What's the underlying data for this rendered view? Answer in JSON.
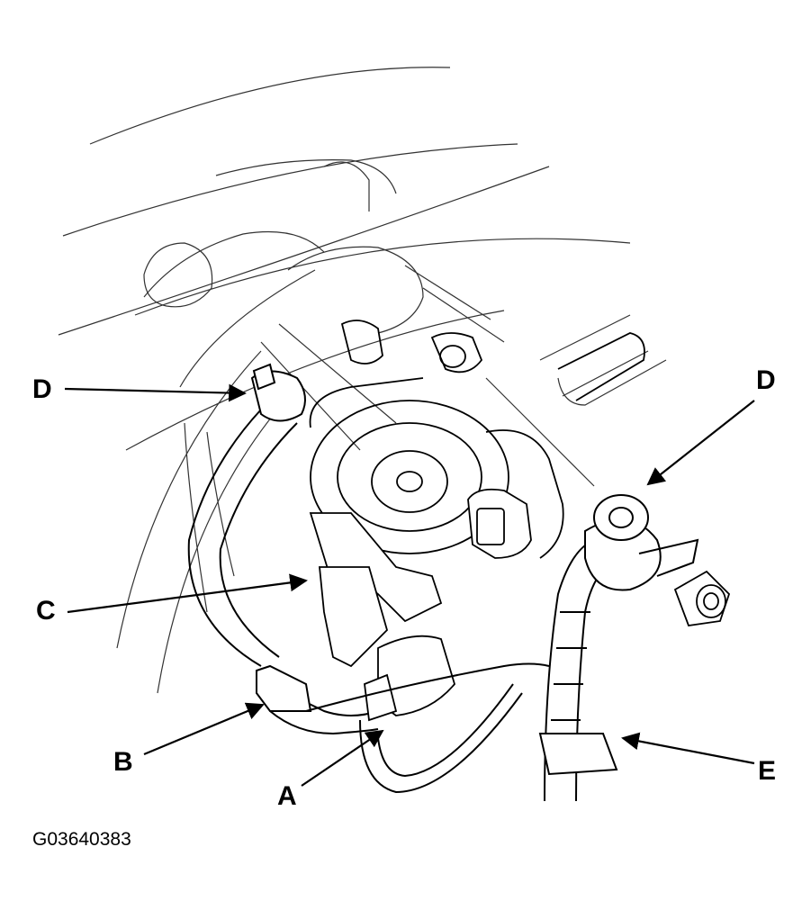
{
  "diagram": {
    "callouts": {
      "d_left": "D",
      "d_right": "D",
      "c": "C",
      "b": "B",
      "a": "A",
      "e": "E"
    },
    "figure_id": "G03640383"
  },
  "colors": {
    "ink": "#000000",
    "background": "#ffffff",
    "ghost": "#555555"
  }
}
